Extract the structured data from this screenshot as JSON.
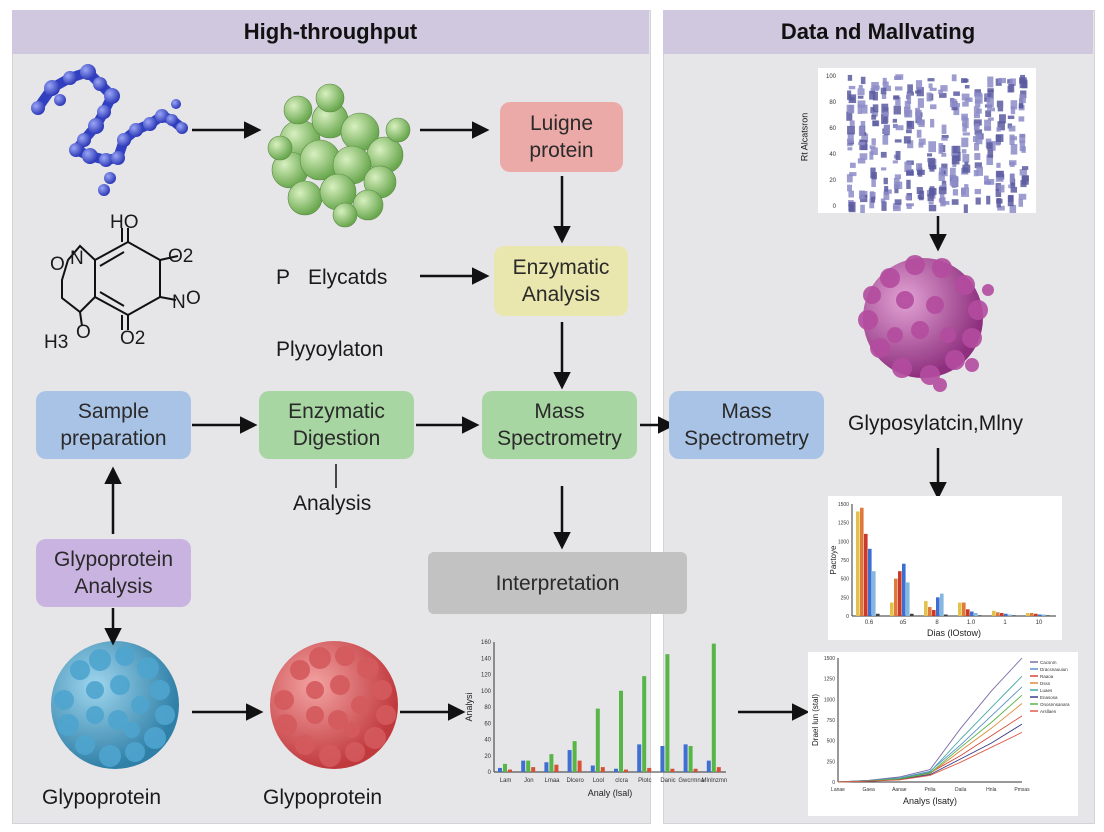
{
  "headers": {
    "left": "High-throughput",
    "right": "Data nd Mallvating"
  },
  "nodes": {
    "luigne_protein": "Luigne\nprotein",
    "enzymatic_analysis": "Enzymatic\nAnalysis",
    "sample_preparation": "Sample\npreparation",
    "enzymatic_digestion": "Enzymatic\nDigestion",
    "mass_spectrometry_1": "Mass\nSpectrometry",
    "mass_spectrometry_2": "Mass\nSpectrometry",
    "glypoprotein_analysis": "Glypoprotein\nAnalysis",
    "interpretation": "Interpretation"
  },
  "labels": {
    "p": "P",
    "elycatds": "Elycatds",
    "plyyoylaton": "Plyyoylaton",
    "analysis": "Analysis",
    "glyposylatcin": "Glyposylatcin,Mlny",
    "glypoprotein_1": "Glypoprotein",
    "glypoprotein_2": "Glypoprotein"
  },
  "molecule": {
    "ho": "HO",
    "o_n": "O",
    "n": "N",
    "o_top": "O",
    "o2_right": "O2",
    "n_o": "N",
    "o_no": "O",
    "o_bottom": "O",
    "o2_bottom": "O2",
    "h3": "H3",
    "o_h3": "O"
  },
  "colors": {
    "panel_bg": "#e6e6e8",
    "header_bg": "#cfc8df",
    "red_box": "#ebaaa8",
    "yellow_box": "#e9e7ad",
    "blue_box": "#a9c3e6",
    "green_box": "#a7d6a2",
    "purple_box": "#c9b3e0",
    "gray_box": "#c2c2c2"
  },
  "heatmap": {
    "ylabel": "Rt Alcatsron",
    "yticks": [
      "100",
      "80",
      "60",
      "40",
      "20",
      "0"
    ]
  },
  "chart_data": [
    {
      "type": "bar",
      "title": "",
      "xlabel": "Analy (lsal)",
      "ylabel": "Analysi",
      "ylim": [
        0,
        160
      ],
      "yticks": [
        "160",
        "140",
        "120",
        "100",
        "80",
        "60",
        "40",
        "20",
        "0"
      ],
      "categories": [
        "Lam",
        "Jon",
        "Lmaa",
        "Dlcero",
        "Lool",
        "clcra",
        "Plotc",
        "Danic",
        "Gwcrmna",
        "Mlnlnzmn"
      ],
      "series": [
        {
          "color": "#3f6fd0",
          "values": [
            5,
            14,
            12,
            27,
            8,
            4,
            34,
            32,
            34,
            14
          ]
        },
        {
          "color": "#58b548",
          "values": [
            10,
            14,
            22,
            38,
            78,
            100,
            118,
            145,
            32,
            158
          ]
        },
        {
          "color": "#d85035",
          "values": [
            3,
            6,
            9,
            14,
            6,
            3,
            5,
            4,
            4,
            6
          ]
        }
      ]
    },
    {
      "type": "bar",
      "title": "",
      "xlabel": "Dias (lOstow)",
      "ylabel": "Pactoye",
      "ylim": [
        0,
        1500
      ],
      "yticks": [
        "1500",
        "1250",
        "1000",
        "750",
        "500",
        "250",
        "0"
      ],
      "categories": [
        "0.6",
        "o5",
        "8",
        "1.0",
        "1",
        "10"
      ],
      "series": [
        {
          "color": "#e2c24a",
          "values": [
            1400,
            180,
            200,
            180,
            70,
            40
          ]
        },
        {
          "color": "#e07a3a",
          "values": [
            1450,
            500,
            120,
            180,
            50,
            40
          ]
        },
        {
          "color": "#c93a2c",
          "values": [
            1100,
            600,
            80,
            90,
            40,
            30
          ]
        },
        {
          "color": "#3c6fd0",
          "values": [
            900,
            700,
            250,
            60,
            30,
            20
          ]
        },
        {
          "color": "#85b8de",
          "values": [
            600,
            450,
            300,
            40,
            20,
            20
          ]
        },
        {
          "color": "#404040",
          "values": [
            30,
            30,
            20,
            10,
            10,
            10
          ]
        }
      ]
    },
    {
      "type": "line",
      "title": "",
      "xlabel": "Analys (lsaty)",
      "ylabel": "Drael lun (stal)",
      "ylim": [
        0,
        1500
      ],
      "yticks": [
        "1500",
        "1250",
        "1000",
        "750",
        "500",
        "250",
        "0"
      ],
      "categories": [
        "Lanae",
        "Gaea",
        "Aanae",
        "Pnlia",
        "Daila",
        "Hnla",
        "Pmsas"
      ],
      "series": [
        {
          "name": "Cacsnm",
          "color": "#7a6aa8",
          "values": [
            0,
            20,
            60,
            150,
            650,
            1100,
            1500
          ]
        },
        {
          "name": "Dracsnauuiun",
          "color": "#5a8fd0",
          "values": [
            0,
            18,
            50,
            130,
            450,
            800,
            1150
          ]
        },
        {
          "name": "Raaoa",
          "color": "#d24a3a",
          "values": [
            0,
            15,
            40,
            110,
            320,
            560,
            800
          ]
        },
        {
          "name": "Dsss",
          "color": "#e08a3a",
          "values": [
            0,
            14,
            35,
            100,
            380,
            650,
            950
          ]
        },
        {
          "name": "Luaes",
          "color": "#46a6a6",
          "values": [
            0,
            16,
            45,
            120,
            520,
            900,
            1280
          ]
        },
        {
          "name": "Enasosa",
          "color": "#3a3a8a",
          "values": [
            0,
            12,
            30,
            90,
            280,
            470,
            700
          ]
        },
        {
          "name": "Onosnnsanara",
          "color": "#58b548",
          "values": [
            0,
            13,
            38,
            105,
            420,
            720,
            1050
          ]
        },
        {
          "name": "Arsllaen",
          "color": "#e05a4a",
          "values": [
            0,
            10,
            25,
            80,
            240,
            420,
            600
          ]
        }
      ]
    }
  ]
}
